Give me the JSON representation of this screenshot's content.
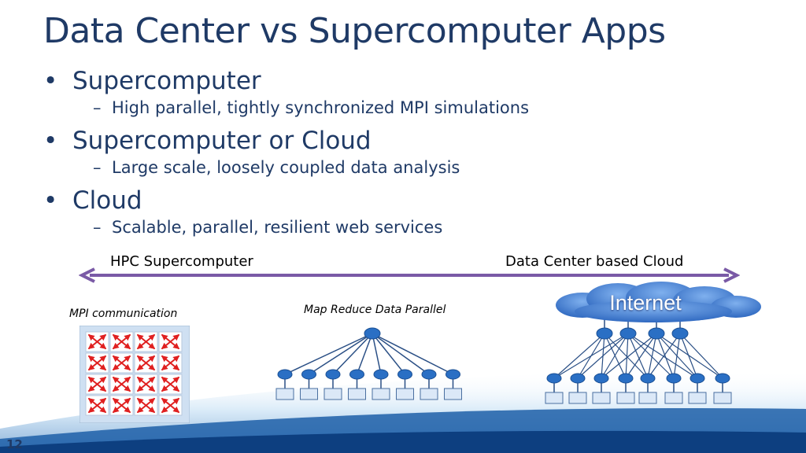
{
  "title": "Data Center vs Supercomputer Apps",
  "bullets": [
    {
      "text": "Supercomputer",
      "sub": "High parallel, tightly synchronized MPI simulations"
    },
    {
      "text": "Supercomputer or Cloud",
      "sub": "Large scale, loosely coupled data analysis"
    },
    {
      "text": "Cloud",
      "sub": "Scalable, parallel, resilient web services"
    }
  ],
  "bullet_glyph": "•",
  "dash_glyph": "–",
  "axis": {
    "left_label": "HPC Supercomputer",
    "right_label": "Data Center based Cloud",
    "color": "#7a5aa6"
  },
  "diagrams": {
    "mpi": "MPI communication",
    "mapreduce": "Map Reduce Data Parallel",
    "internet": "Internet"
  },
  "page_number": "12",
  "colors": {
    "title": "#1f3a66",
    "node": "#2a6fc4",
    "arrow": "#e02020",
    "cloud": "#3f7fd6"
  }
}
